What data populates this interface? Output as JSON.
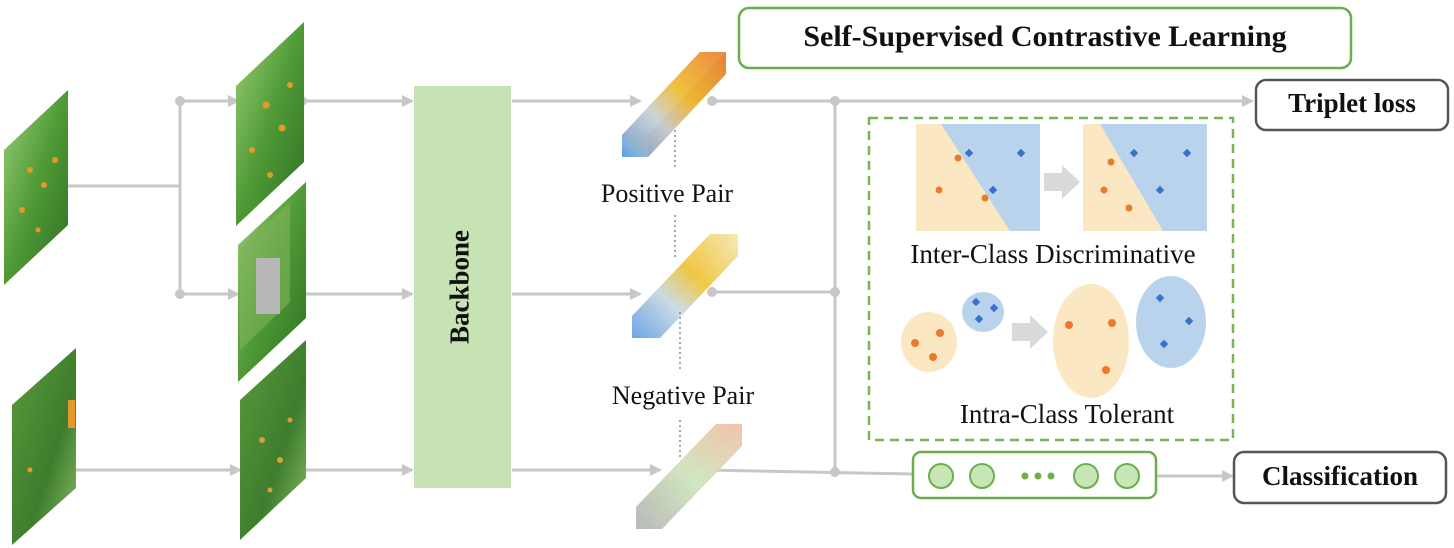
{
  "header": {
    "title": "Self-Supervised Contrastive Learning"
  },
  "backbone": {
    "label": "Backbone"
  },
  "pairs": {
    "positive": "Positive Pair",
    "negative": "Negative Pair"
  },
  "losses": {
    "triplet": "Triplet loss",
    "classification": "Classification"
  },
  "inset": {
    "inter_label": "Inter-Class Discriminative",
    "intra_label": "Intra-Class Tolerant"
  },
  "colors": {
    "line": "#c7c7c7",
    "title_border": "#6cae4e",
    "backbone_fill": "#c7e3b4",
    "dashed_border": "#78b555",
    "orange_region": "#fbe8c2",
    "blue_region": "#b9d3ec",
    "orange_dot": "#ec7a2e",
    "blue_diamond": "#3b6fcc",
    "neuron_fill": "#c9e6b7",
    "neuron_stroke": "#6cae4e"
  }
}
